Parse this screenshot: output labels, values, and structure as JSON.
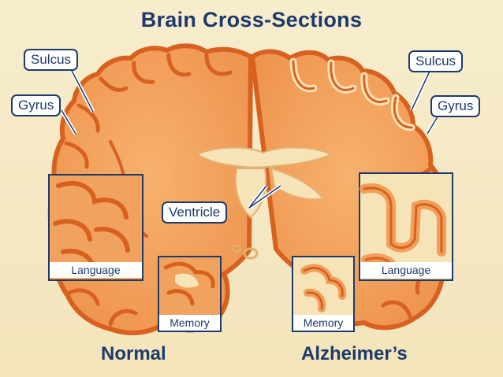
{
  "title": "Brain Cross-Sections",
  "labels": {
    "sulcus_left": "Sulcus",
    "gyrus_left": "Gyrus",
    "sulcus_right": "Sulcus",
    "gyrus_right": "Gyrus",
    "ventricle": "Ventricle",
    "language_left": "Language",
    "language_right": "Language",
    "memory_left": "Memory",
    "memory_right": "Memory"
  },
  "captions": {
    "normal": "Normal",
    "alzheimers": "Alzheimer’s"
  },
  "colors": {
    "background": "#f5e9c4",
    "brain_tissue": "#f0a05a",
    "brain_edge": "#d9611f",
    "label_navy": "#1d3a6b",
    "ventricle_fill": "#f6e3b8"
  }
}
